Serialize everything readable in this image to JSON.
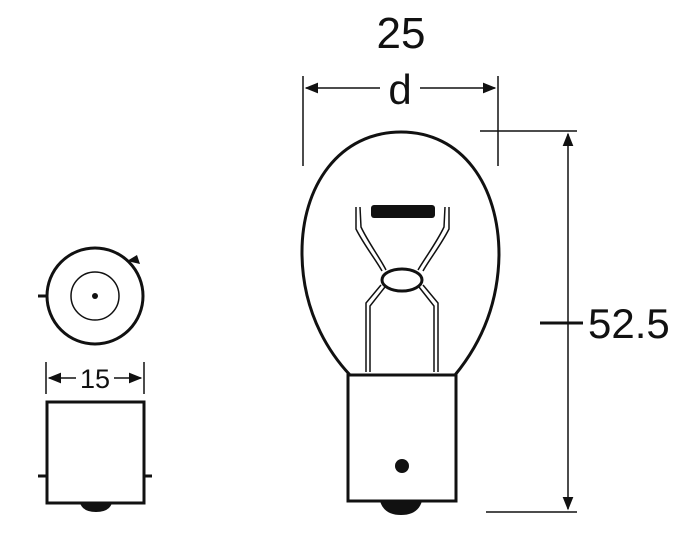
{
  "dimensions": {
    "overall_width": "25",
    "width_symbol": "d",
    "height": "52.5",
    "base_width": "15"
  },
  "colors": {
    "line": "#111111",
    "background": "#ffffff"
  }
}
